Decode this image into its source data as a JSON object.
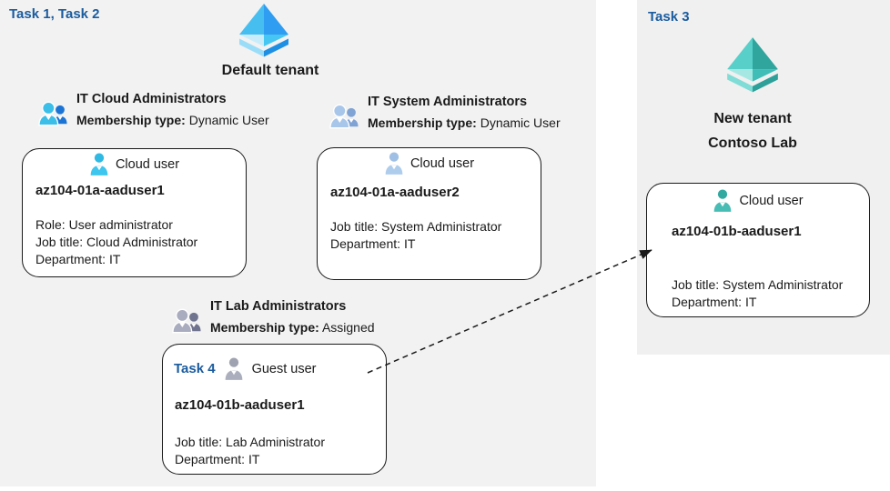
{
  "tasks": {
    "left": "Task 1, Task 2",
    "right": "Task 3",
    "guest_card": "Task 4"
  },
  "tenants": {
    "default": {
      "name": "Default tenant",
      "icon": "azure-ad-tenant-icon-blue"
    },
    "new": {
      "line1": "New tenant",
      "line2": "Contoso Lab",
      "icon": "azure-ad-tenant-icon-teal"
    }
  },
  "groups": [
    {
      "name": "IT Cloud Administrators",
      "membership_label": "Membership type:",
      "membership_value": "Dynamic User",
      "icon": "people-group-icon-blue"
    },
    {
      "name": "IT System Administrators",
      "membership_label": "Membership type:",
      "membership_value": "Dynamic User",
      "icon": "people-group-icon-lightblue"
    },
    {
      "name": "IT Lab Administrators",
      "membership_label": "Membership type:",
      "membership_value": "Assigned",
      "icon": "people-group-icon-gray"
    }
  ],
  "users": [
    {
      "type_label": "Cloud user",
      "name": "az104-01a-aaduser1",
      "icon": "person-icon-cyan",
      "fields": [
        {
          "label": "Role:",
          "value": "User administrator"
        },
        {
          "label": "Job title:",
          "value": "Cloud Administrator"
        },
        {
          "label": "Department:",
          "value": "IT"
        }
      ]
    },
    {
      "type_label": "Cloud user",
      "name": "az104-01a-aaduser2",
      "icon": "person-icon-lightblue",
      "fields": [
        {
          "label": "Job title:",
          "value": "System Administrator"
        },
        {
          "label": "Department:",
          "value": "IT"
        }
      ]
    },
    {
      "task_label": "Task 4",
      "type_label": "Guest user",
      "name": "az104-01b-aaduser1",
      "icon": "person-icon-gray",
      "fields": [
        {
          "label": "Job title:",
          "value": "Lab Administrator"
        },
        {
          "label": "Department:",
          "value": "IT"
        }
      ]
    },
    {
      "type_label": "Cloud user",
      "name": "az104-01b-aaduser1",
      "icon": "person-icon-teal",
      "fields": [
        {
          "label": "Job title:",
          "value": "System Administrator"
        },
        {
          "label": "Department:",
          "value": "IT"
        }
      ]
    }
  ],
  "arrow": {
    "meaning": "guest user invited to new tenant",
    "style": "dashed"
  },
  "colors": {
    "left_panel_bg": "#f2f2f2",
    "right_panel_bg": "#f0f0f0",
    "task_label_blue": "#1a5b9e",
    "text": "#1a1a1a",
    "card_border": "#1a1a1a",
    "tenant_icon_blue": "#2f9df1",
    "tenant_icon_teal": "#2fa59d"
  }
}
